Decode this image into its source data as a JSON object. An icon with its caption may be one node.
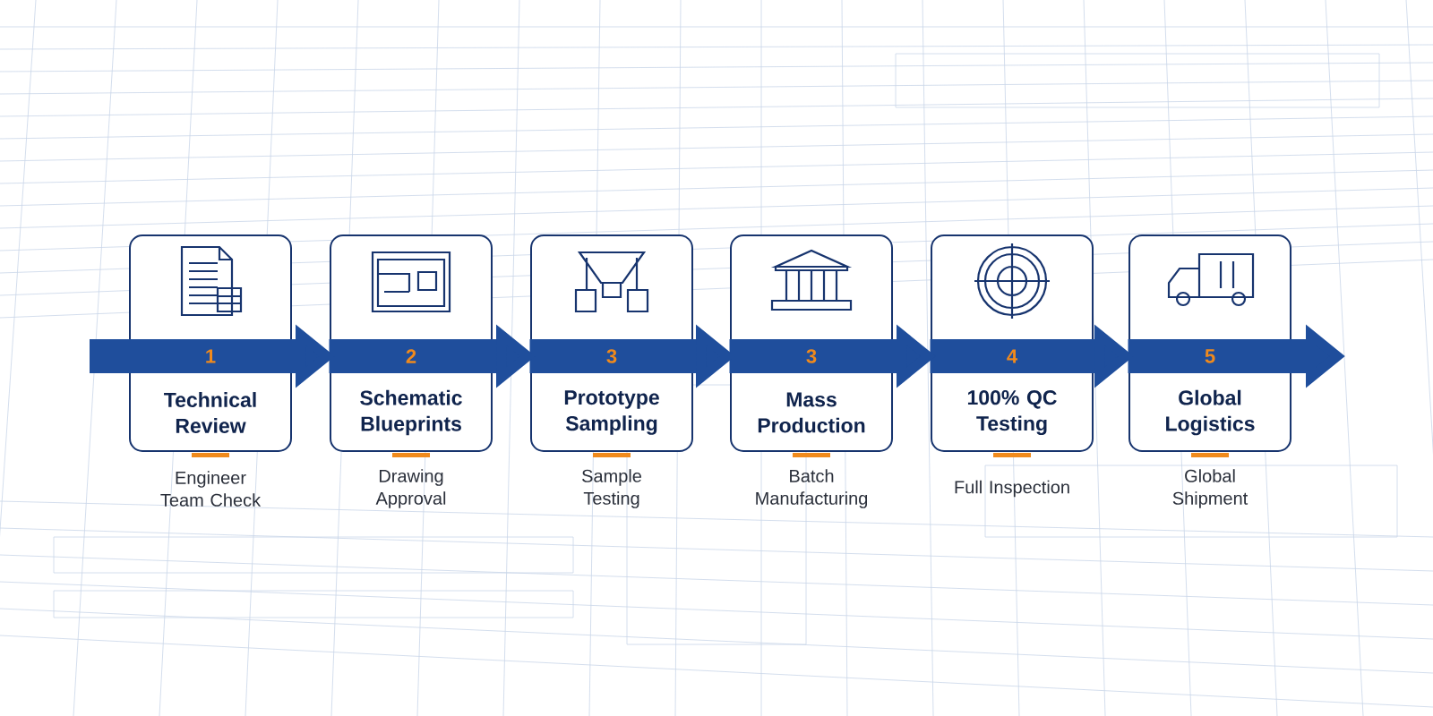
{
  "diagram": {
    "nodes": [
      {
        "text": [
          "1",
          "Technical Review"
        ],
        "beside": [
          "Engineer Team Check"
        ]
      },
      {
        "text": [
          "2",
          "Schematic Blueprints"
        ],
        "beside": [
          "Drawing Approval"
        ]
      },
      {
        "text": [
          "3",
          "Prototype Sampling"
        ],
        "beside": [
          "Sample Testing"
        ]
      },
      {
        "text": [
          "3",
          "Mass Production"
        ],
        "beside": [
          "Batch Manufacturing"
        ]
      },
      {
        "text": [
          "4",
          "100% QC Testing"
        ],
        "beside": [
          "Full Inspection"
        ]
      },
      {
        "text": [
          "5",
          "Global Logistics"
        ],
        "beside": [
          "Global Shipment"
        ]
      }
    ],
    "edges": [
      {
        "from": null,
        "to": 0,
        "arrow": "none"
      },
      {
        "from": 0,
        "to": 1,
        "arrow": "to"
      },
      {
        "from": 1,
        "to": 2,
        "arrow": "to"
      },
      {
        "from": 2,
        "to": 3,
        "arrow": "to"
      },
      {
        "from": 3,
        "to": 4,
        "arrow": "to"
      },
      {
        "from": 4,
        "to": 5,
        "arrow": "to"
      },
      {
        "from": 5,
        "to": null,
        "arrow": "to"
      }
    ]
  }
}
